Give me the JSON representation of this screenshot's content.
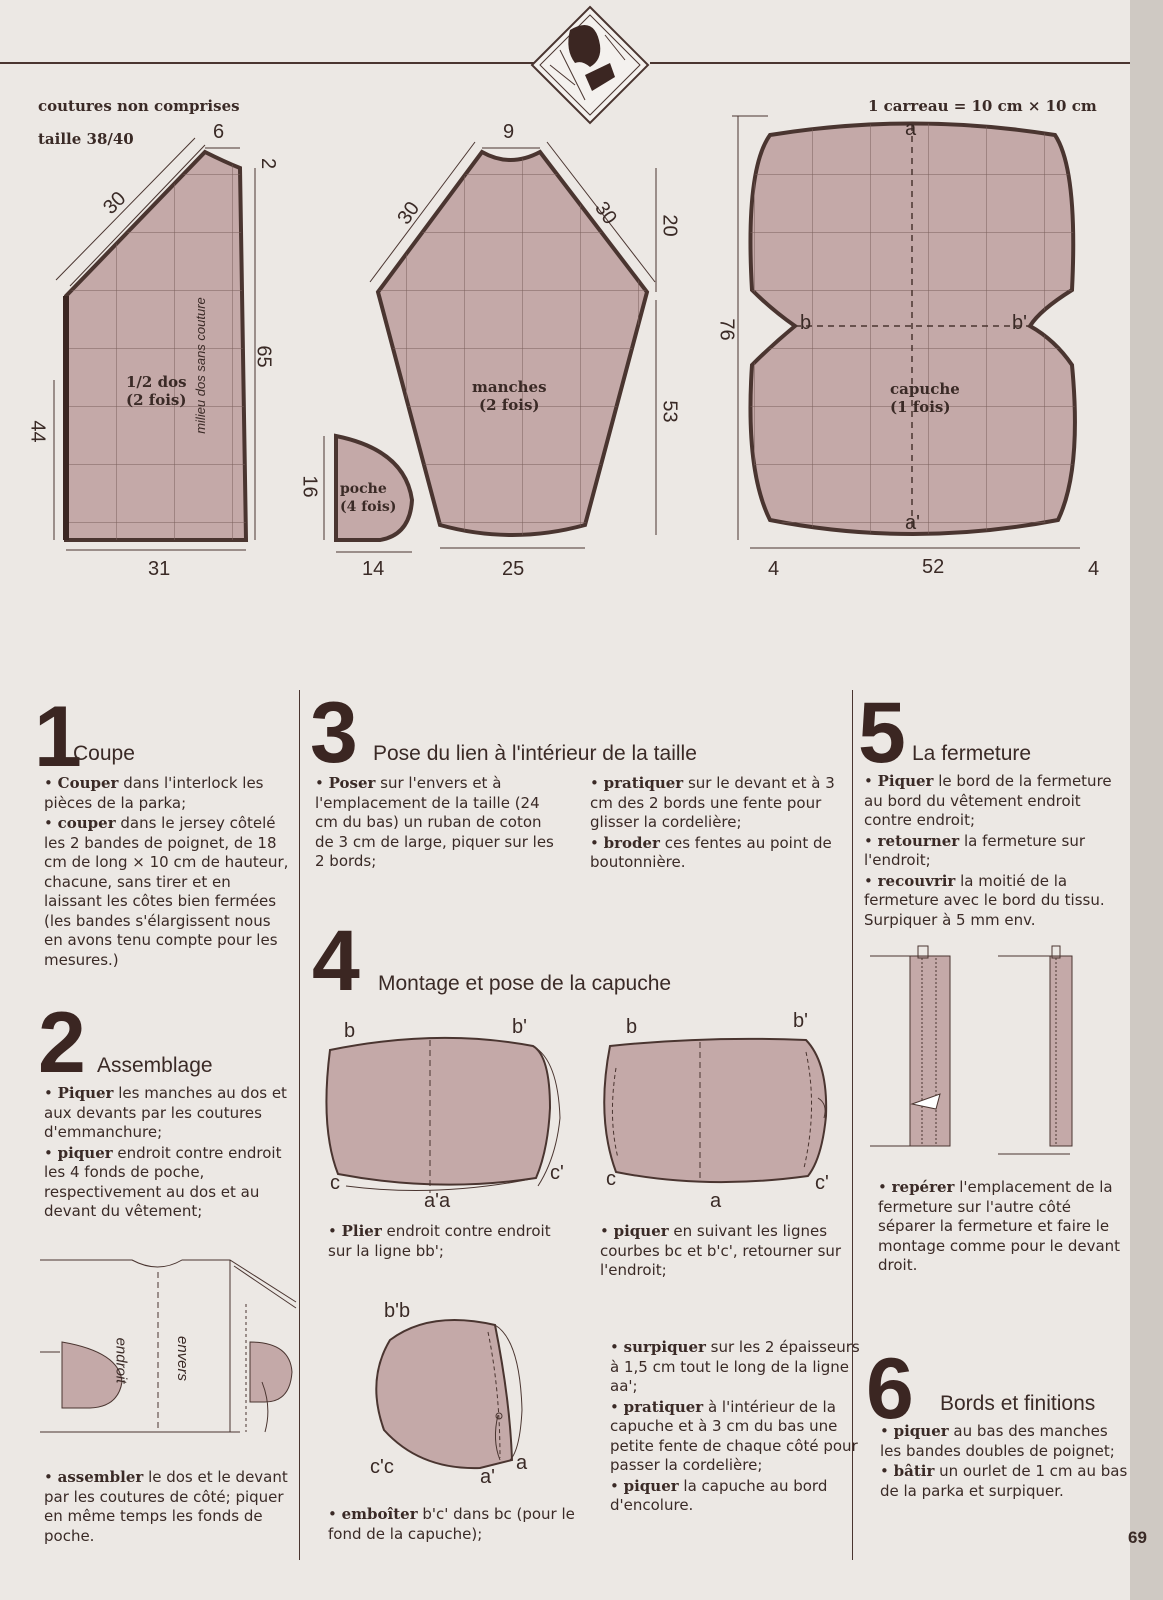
{
  "header": {
    "note_left_1": "coutures non comprises",
    "note_left_2": "taille 38/40",
    "scale_note": "1 carreau = 10 cm × 10 cm"
  },
  "patterns": {
    "dos": {
      "label_1": "1/2 dos",
      "label_2": "(2 fois)",
      "center_label": "milieu dos sans couture",
      "dims": {
        "top": "6",
        "top_right": "2",
        "diag": "30",
        "height": "65",
        "left": "44",
        "bottom": "31"
      }
    },
    "poche": {
      "label_1": "poche",
      "label_2": "(4 fois)",
      "dims": {
        "height": "16",
        "width": "14"
      }
    },
    "manches": {
      "label_1": "manches",
      "label_2": "(2 fois)",
      "dims": {
        "top": "9",
        "diag_left": "30",
        "diag_right": "30",
        "right_top": "20",
        "right_bottom": "53",
        "bottom": "25"
      }
    },
    "capuche": {
      "label_1": "capuche",
      "label_2": "(1 fois)",
      "points": {
        "a": "a",
        "a_prime": "a'",
        "b": "b",
        "b_prime": "b'"
      },
      "dims": {
        "height": "76",
        "left": "4",
        "width": "52",
        "right": "4"
      }
    }
  },
  "sections": {
    "s1": {
      "number": "1",
      "title": "Coupe",
      "items": [
        {
          "bold": "Couper",
          "text": " dans l'interlock les pièces de la parka;"
        },
        {
          "bold": "couper",
          "text": " dans le jersey côtelé les 2 bandes de poignet, de 18 cm de long × 10 cm de hauteur, chacune, sans tirer et en laissant les côtes bien fermées (les bandes s'élargissent nous en avons tenu compte pour les mesures.)"
        }
      ]
    },
    "s2": {
      "number": "2",
      "title": "Assemblage",
      "items": [
        {
          "bold": "Piquer",
          "text": " les manches au dos et aux devants par les coutures d'emmanchure;"
        },
        {
          "bold": "piquer",
          "text": " endroit contre endroit les 4 fonds de poche, respectivement au dos et au devant du vêtement;"
        }
      ],
      "fig_labels": {
        "endroit": "endroit",
        "envers": "envers"
      },
      "items_2": [
        {
          "bold": "assembler",
          "text": " le dos et le devant par les coutures de côté; piquer en même temps les fonds de poche."
        }
      ]
    },
    "s3": {
      "number": "3",
      "title": "Pose du lien à l'intérieur de la taille",
      "col1": [
        {
          "bold": "Poser",
          "text": " sur l'envers et à l'emplacement de la taille (24 cm du bas) un ruban de coton de 3 cm de large, piquer sur les 2 bords;"
        }
      ],
      "col2": [
        {
          "bold": "pratiquer",
          "text": " sur le devant et à 3 cm des 2 bords une fente pour glisser la cordelière;"
        },
        {
          "bold": "broder",
          "text": " ces fentes au point de boutonnière."
        }
      ]
    },
    "s4": {
      "number": "4",
      "title": "Montage et pose de la capuche",
      "fig1": {
        "b": "b",
        "b_prime": "b'",
        "c": "c",
        "c_prime": "c'",
        "aa": "a'a"
      },
      "fig2": {
        "b": "b",
        "b_prime": "b'",
        "c": "c",
        "c_prime": "c'",
        "a": "a"
      },
      "fig3": {
        "bb": "b'b",
        "cc": "c'c",
        "a": "a",
        "a_prime": "a'"
      },
      "cap1": [
        {
          "bold": "Plier",
          "text": " endroit contre endroit sur la ligne bb';"
        }
      ],
      "cap2": [
        {
          "bold": "piquer",
          "text": " en suivant les lignes courbes bc et b'c', retourner sur l'endroit;"
        }
      ],
      "cap3": [
        {
          "bold": "emboîter",
          "text": " b'c' dans bc (pour le fond de la capuche);"
        }
      ],
      "cap4": [
        {
          "bold": "surpiquer",
          "text": " sur les 2 épaisseurs à 1,5 cm tout le long de la ligne aa';"
        },
        {
          "bold": "pratiquer",
          "text": " à l'intérieur de la capuche et à 3 cm du bas une petite fente de chaque côté pour passer la cordelière;"
        },
        {
          "bold": "piquer",
          "text": " la capuche au bord d'encolure."
        }
      ]
    },
    "s5": {
      "number": "5",
      "title": "La fermeture",
      "items": [
        {
          "bold": "Piquer",
          "text": " le bord de la fermeture au bord du vêtement endroit contre endroit;"
        },
        {
          "bold": "retourner",
          "text": " la fermeture sur l'endroit;"
        },
        {
          "bold": "recouvrir",
          "text": " la moitié de la fermeture avec le bord du tissu. Surpiquer à 5 mm env."
        }
      ],
      "items_2": [
        {
          "bold": "repérer",
          "text": " l'emplacement de la fermeture sur l'autre côté séparer la fermeture et faire le montage comme pour le devant droit."
        }
      ]
    },
    "s6": {
      "number": "6",
      "title": "Bords et finitions",
      "items": [
        {
          "bold": "piquer",
          "text": " au bas des manches les bandes doubles de poignet;"
        },
        {
          "bold": "bâtir",
          "text": " un ourlet de 1 cm au bas de la parka et surpiquer."
        }
      ]
    }
  },
  "page_number": "69",
  "colors": {
    "fill": "#c4a9a8",
    "ink": "#4a3530",
    "paper": "#ece8e4"
  }
}
